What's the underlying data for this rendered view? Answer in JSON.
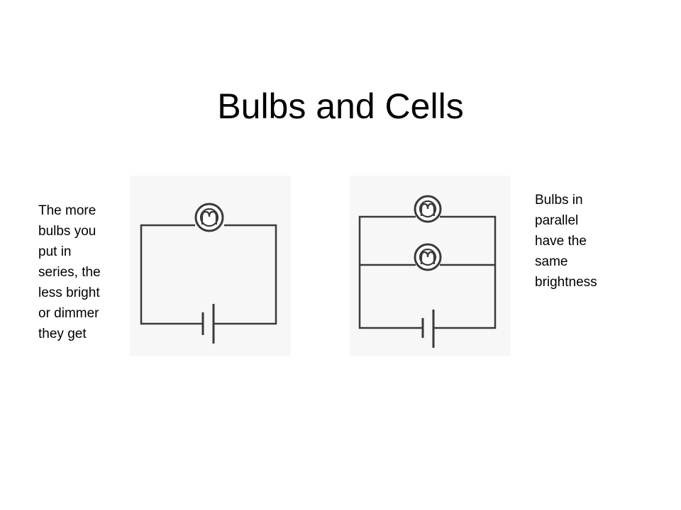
{
  "slide": {
    "title": "Bulbs and Cells",
    "left_note": "The more\nbulbs you\nput in\nseries, the\nless bright\nor dimmer\nthey get",
    "right_note": "Bulbs in\nparallel\nhave the\nsame\nbrightness"
  },
  "diagrams": {
    "series": {
      "bulbs": 1,
      "cells": 1
    },
    "parallel": {
      "bulbs": 2,
      "cells": 1
    }
  },
  "colors": {
    "background": "#ffffff",
    "panel": "#f7f7f7",
    "wire": "#3a3a3a",
    "text": "#000000"
  }
}
